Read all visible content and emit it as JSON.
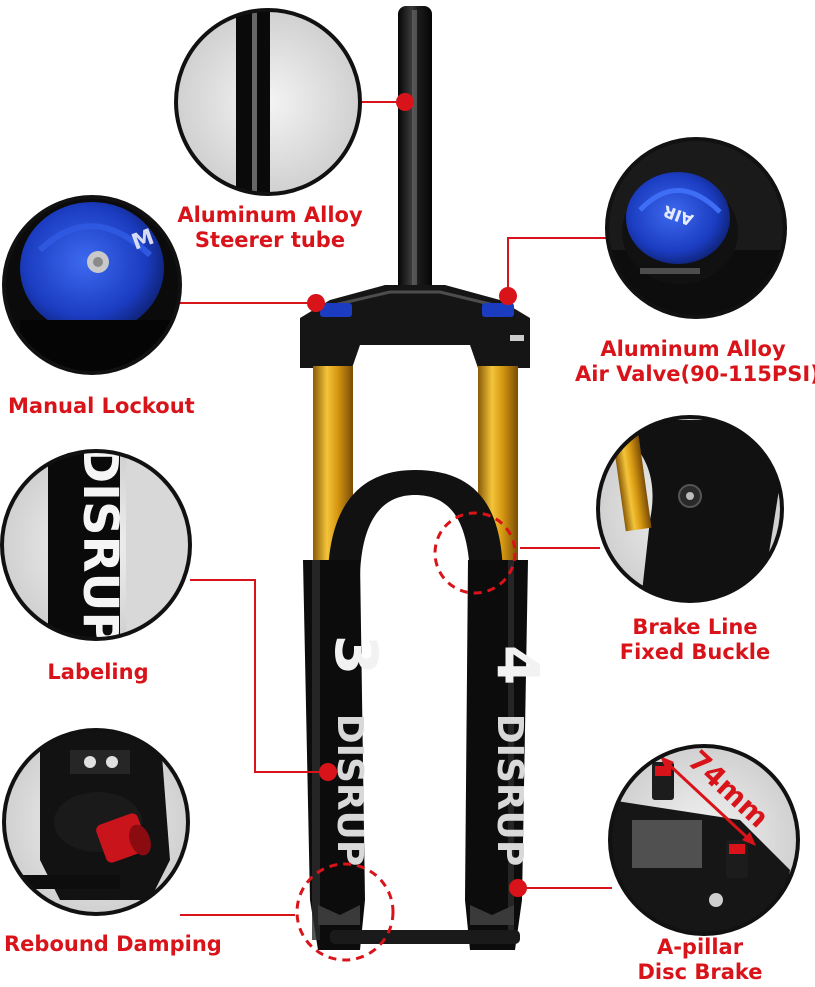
{
  "labels": {
    "steerer": {
      "line1": "Aluminum Alloy",
      "line2": "Steerer tube"
    },
    "lockout": {
      "line1": "Manual Lockout"
    },
    "air_valve": {
      "line1": "Aluminum Alloy",
      "line2": "Air Valve(90-115PSI)"
    },
    "labeling": {
      "line1": "Labeling"
    },
    "brake_buckle": {
      "line1": "Brake Line",
      "line2": "Fixed Buckle"
    },
    "rebound": {
      "line1": "Rebound Damping"
    },
    "disc_brake": {
      "line1": "A-pillar",
      "line2": "Disc Brake"
    }
  },
  "lockout_knob": {
    "letters": "M"
  },
  "air_cap": {
    "text": "AIR"
  },
  "leg_decals": {
    "left_text": "DISRUP",
    "lower_text": "DISRUP"
  },
  "measurement": {
    "text": "74mm"
  },
  "colors": {
    "callout_red": "#d8141a",
    "stanchion_gold": "#d8a21a",
    "knob_blue": "#1c3fc4"
  }
}
